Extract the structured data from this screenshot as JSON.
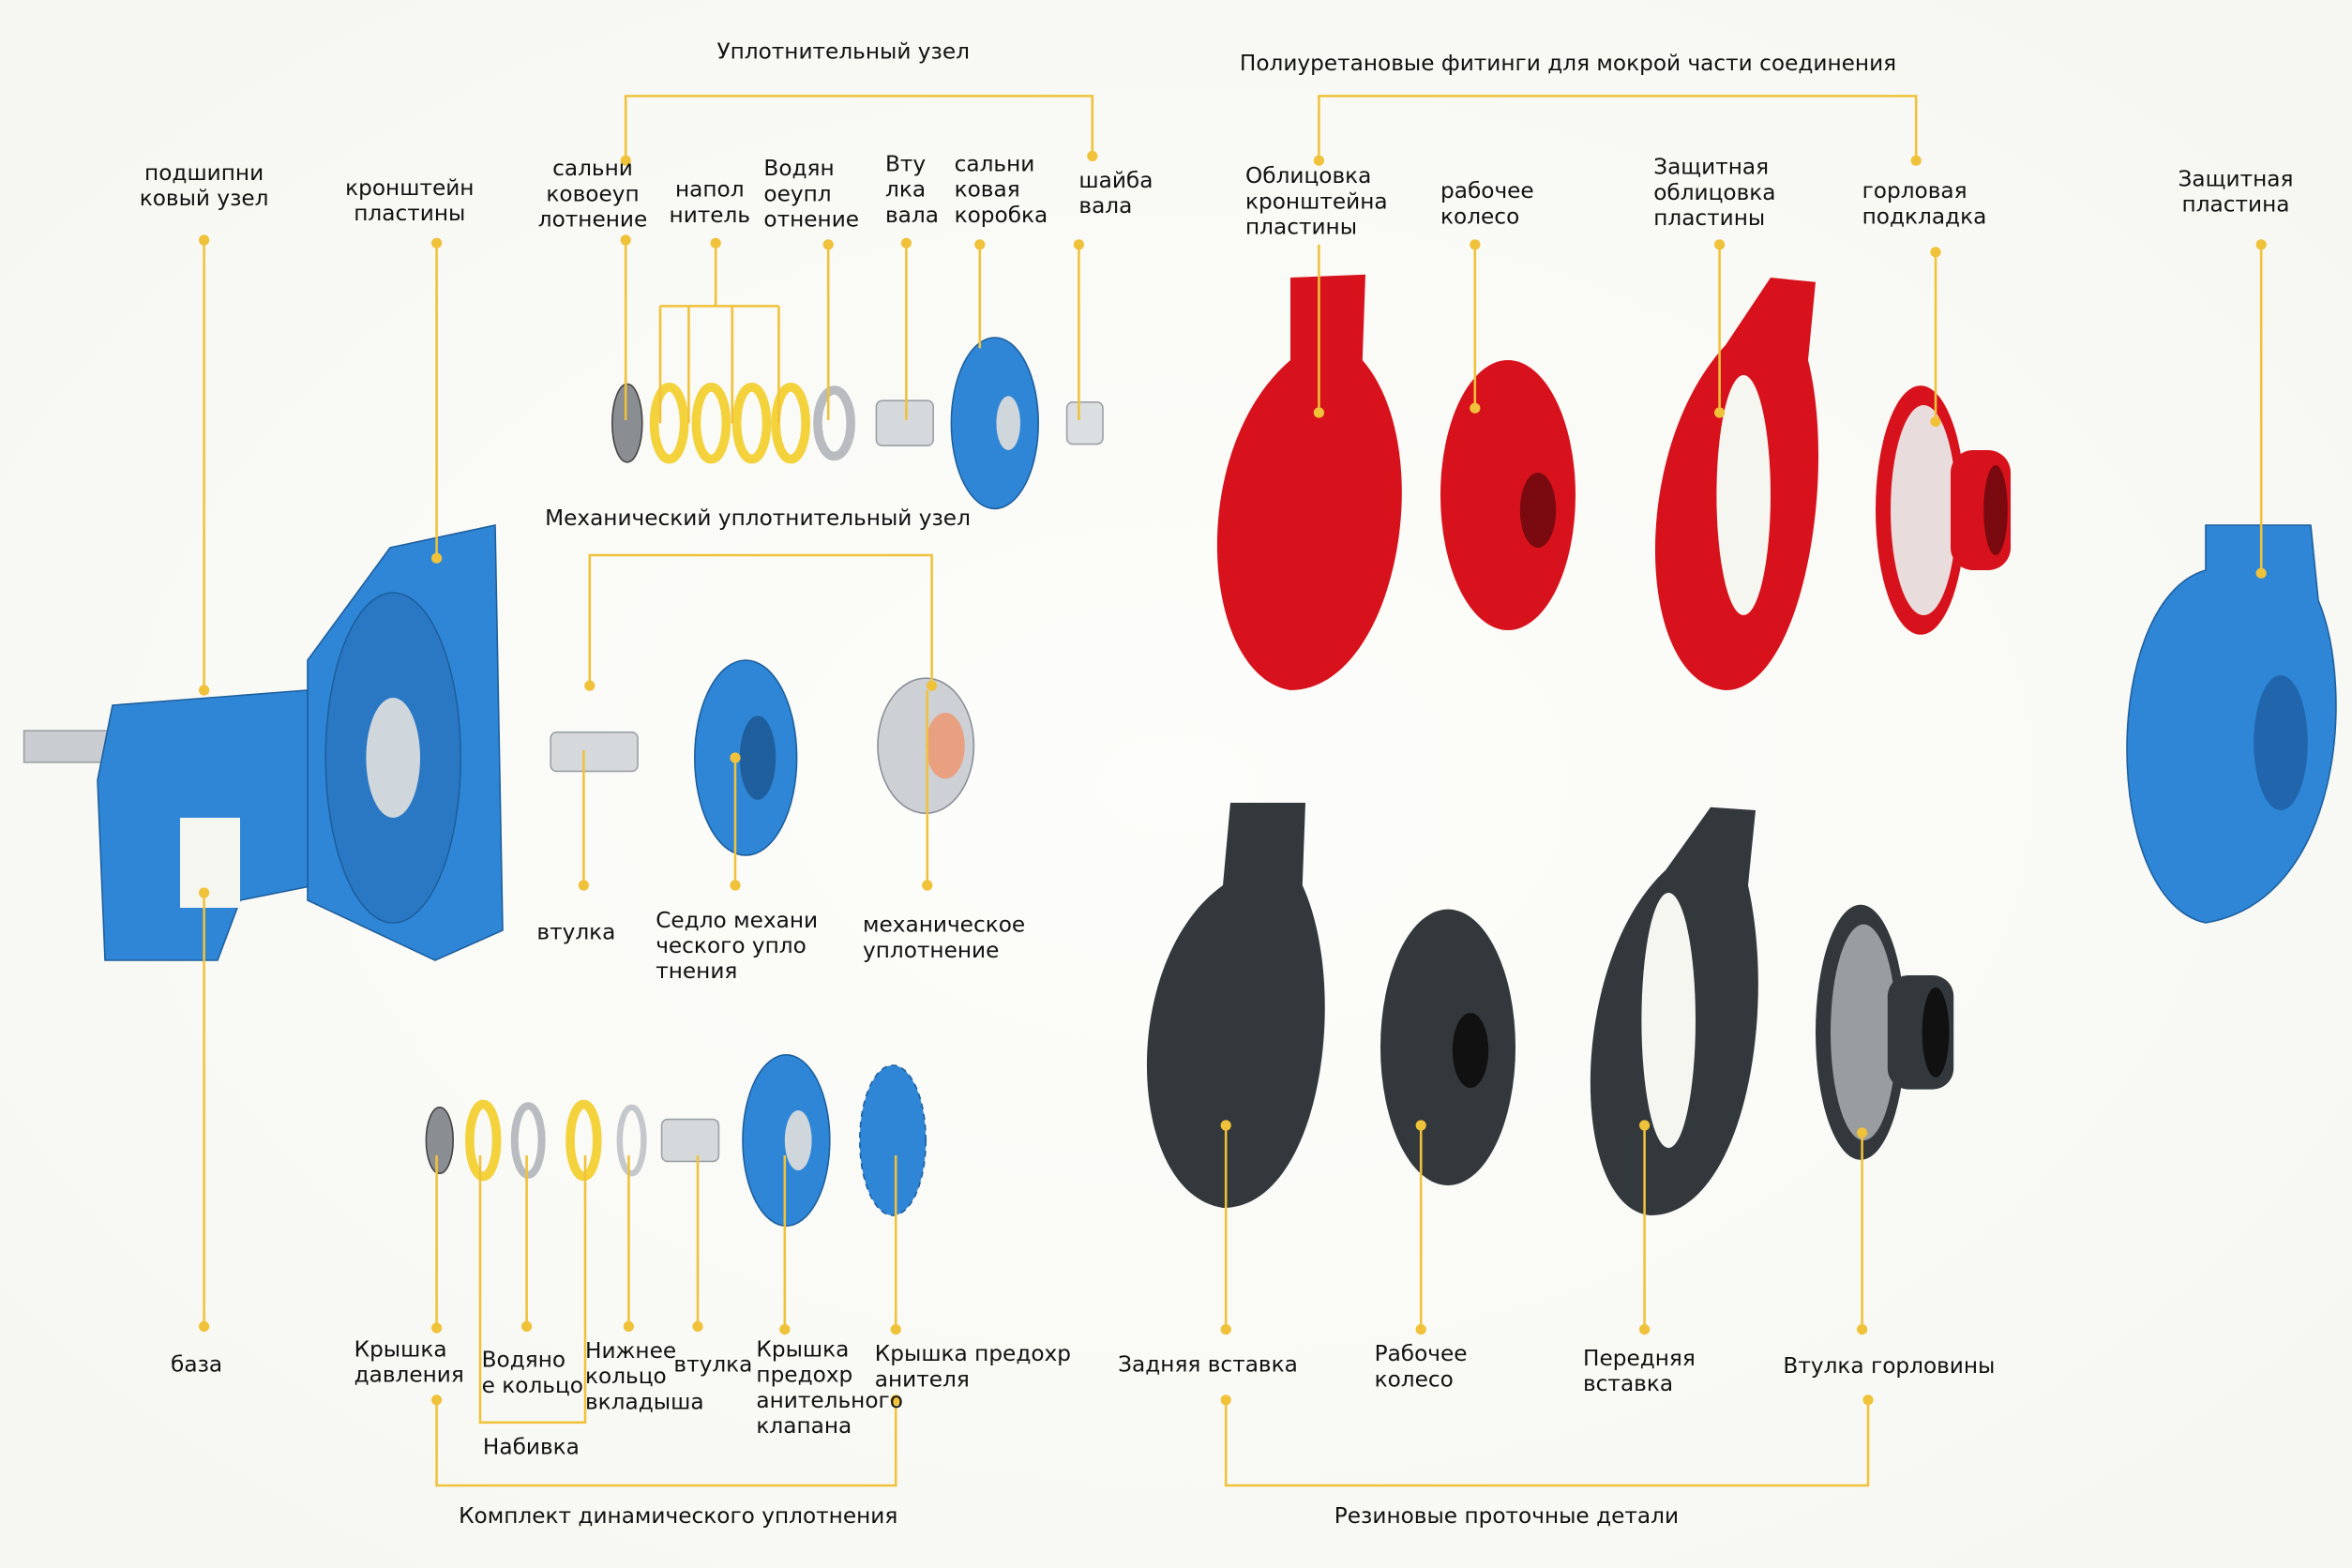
{
  "groups": {
    "seal_assembly": "Уплотнительный узел",
    "polyurethane": "Полиуретановые фитинги для мокрой части соединения",
    "mechanical_seal_assembly": "Механический уплотнительный узел",
    "dynamic_seal_kit": "Комплект динамического уплотнения",
    "rubber_wet_parts": "Резиновые проточные детали",
    "packing": "Набивка"
  },
  "top_labels": [
    "подшипни\nковый узел",
    "кронштейн\nпластины",
    "сальни\nковоеуп\nлотнение",
    "напол\nнитель",
    "Водян\nоеупл\nотнение",
    "Вту\nлка\nвала",
    "сальни\nковая\nкоробка",
    "шайба\nвала",
    "Облицовка\nкронштейна\nпластины",
    "рабочее\nколесо",
    "Защитная\nоблицовка\nпластины",
    "горловая\nподкладка",
    "Защитная\nпластина"
  ],
  "middle_labels": [
    "втулка",
    "Седло механи\nческого упло\nтнения",
    "механическое\nуплотнение"
  ],
  "bottom_labels": [
    "база",
    "Крышка\nдавления",
    "Водяно\nе кольцо",
    "Нижнее\nкольцо\nвкладыша",
    "втулка",
    "Крышка\nпредохр\nанительного\nклапана",
    "Крышка предохр\nанителя",
    "Задняя вставка",
    "Рабочее\nколесо",
    "Передняя\nвставка",
    "Втулка горловины"
  ],
  "colors": {
    "leader": "#f0c23a",
    "blue": "#2f86d6",
    "red": "#d8121c",
    "black": "#33383c",
    "yellow": "#f3d23c"
  }
}
